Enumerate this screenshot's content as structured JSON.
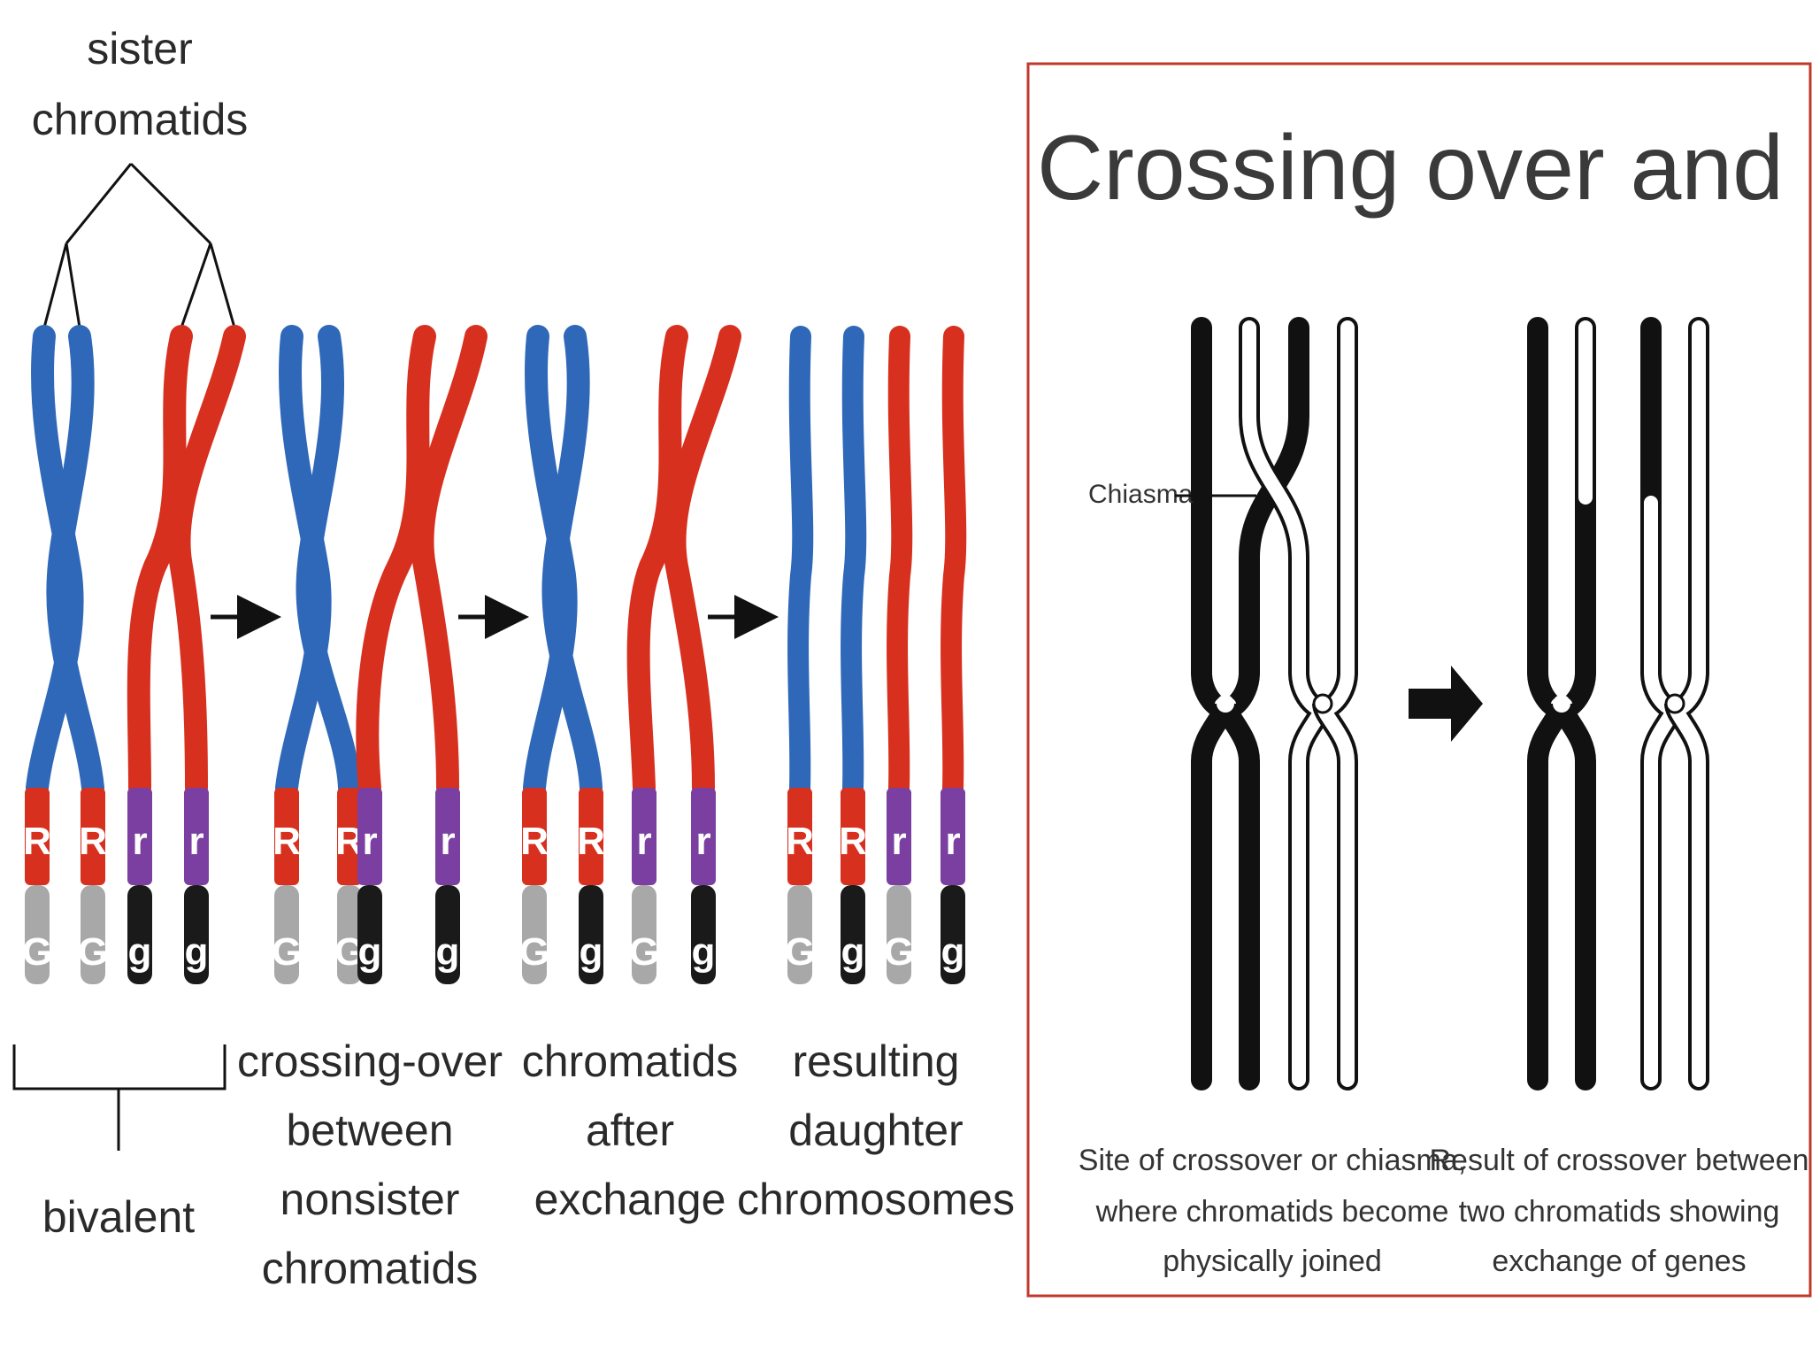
{
  "left_panel": {
    "sister_label": [
      "sister",
      "chromatids"
    ],
    "bivalent_label": "bivalent",
    "stage_captions": [
      [
        "crossing-over",
        "between",
        "nonsister",
        "chromatids"
      ],
      [
        "chromatids",
        "after",
        "exchange"
      ],
      [
        "resulting",
        "daughter",
        "chromosomes"
      ]
    ],
    "gene_labels": {
      "stage1": [
        [
          "R",
          "G"
        ],
        [
          "R",
          "G"
        ],
        [
          "r",
          "g"
        ],
        [
          "r",
          "g"
        ]
      ],
      "stage2": [
        [
          "R",
          "G"
        ],
        [
          "R",
          "G"
        ],
        [
          "r",
          "g"
        ],
        [
          "r",
          "g"
        ]
      ],
      "stage3": [
        [
          "R",
          "G"
        ],
        [
          "R",
          "g"
        ],
        [
          "r",
          "G"
        ],
        [
          "r",
          "g"
        ]
      ],
      "stage4": [
        [
          "R",
          "G"
        ],
        [
          "R",
          "g"
        ],
        [
          "r",
          "G"
        ],
        [
          "r",
          "g"
        ]
      ]
    },
    "colors": {
      "maternal": "#2f68b8",
      "paternal": "#d7301f",
      "allele_R": "#d7301f",
      "allele_r": "#7a3fa0",
      "allele_G": "#a8a8a8",
      "allele_g": "#1a1a1a"
    },
    "arrow_icon": "right-arrow-icon"
  },
  "right_panel": {
    "title": "Crossing over and chaismata",
    "chiasma_label": "Chiasma",
    "caption_left": [
      "Site of crossover or chiasma,",
      "where chromatids become",
      "physically joined"
    ],
    "caption_right": [
      "Result of crossover between",
      "two chromatids showing",
      "exchange of genes"
    ],
    "border_color": "#c0392b",
    "arrow_icon": "bold-right-arrow-icon"
  }
}
